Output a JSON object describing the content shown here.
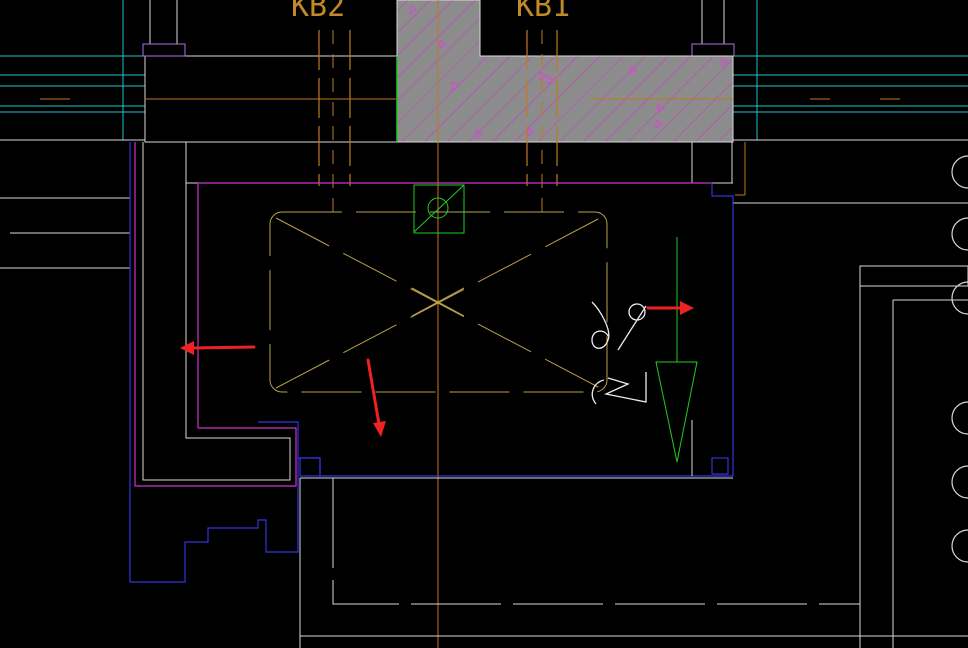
{
  "drawing": {
    "labels": {
      "left_column_tag": "KB2",
      "right_column_tag": "KB1"
    },
    "colors": {
      "background": "#000000",
      "cyan_lines": "#22c6c6",
      "white_lines": "#d8d8d8",
      "magenta_lines": "#cc33cc",
      "blue_lines": "#3333dd",
      "orange_lines": "#c07a20",
      "tan_lines": "#b8a04a",
      "green_lines": "#22cc22",
      "concrete_fill": "#8c8c8c",
      "hatch": "#d030d0",
      "red_arrows": "#ee2222"
    },
    "icons": [
      "column-hatch",
      "circle-marker",
      "cross-diagonal",
      "direction-arrow"
    ]
  }
}
